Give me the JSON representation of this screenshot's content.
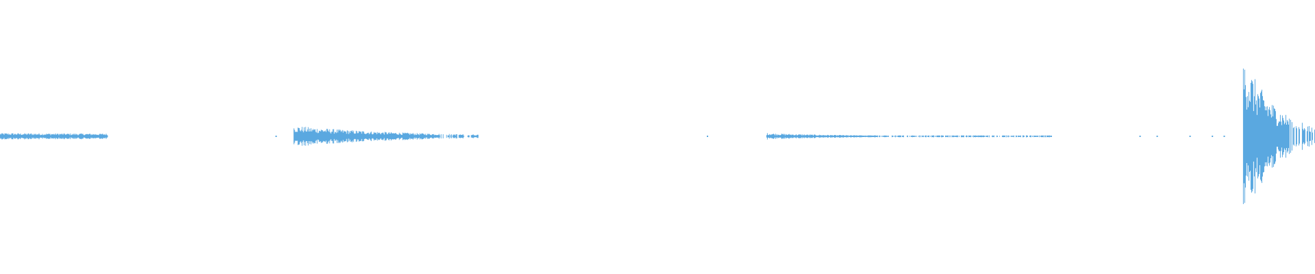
{
  "waveform": {
    "color": "#5aa8e0",
    "background": "#ffffff",
    "bursts": [
      {
        "start": 0.0,
        "end": 0.082,
        "peak": 0.04,
        "decay": 0.5
      },
      {
        "start": 0.2235,
        "end": 0.364,
        "peak": 0.13,
        "decay": 0.08
      },
      {
        "start": 0.583,
        "end": 0.8,
        "peak": 0.04,
        "decay": 0.06
      },
      {
        "start": 0.9455,
        "end": 1.0,
        "peak": 1.0,
        "decay": 0.025
      }
    ],
    "specks": [
      0.21,
      0.538,
      0.867,
      0.88,
      0.905,
      0.922,
      0.931
    ]
  }
}
